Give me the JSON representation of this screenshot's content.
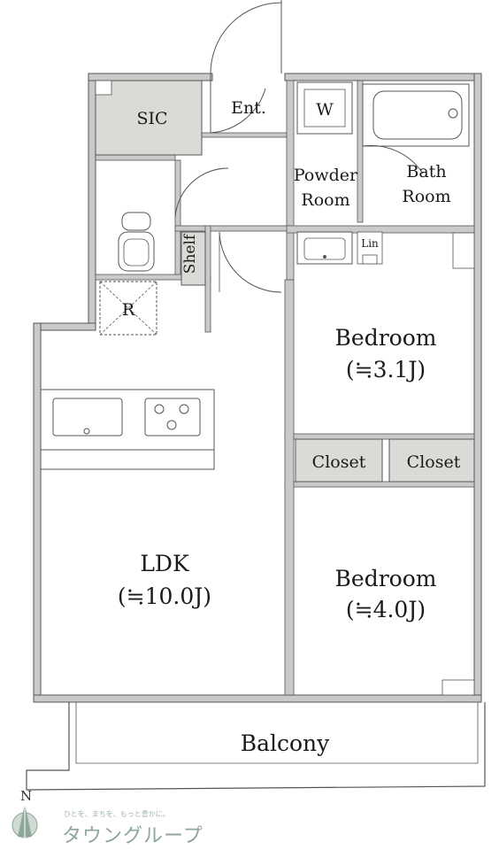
{
  "rooms": {
    "sic": "SIC",
    "entrance": "Ent.",
    "washer": "W",
    "powder_room_line1": "Powder",
    "powder_room_line2": "Room",
    "bath_room_line1": "Bath",
    "bath_room_line2": "Room",
    "linen": "Lin",
    "shelf": "Shelf",
    "refrigerator": "R",
    "bedroom_upper_name": "Bedroom",
    "bedroom_upper_size": "(≒3.1J)",
    "closet_left": "Closet",
    "closet_right": "Closet",
    "ldk_name": "LDK",
    "ldk_size": "(≒10.0J)",
    "bedroom_lower_name": "Bedroom",
    "bedroom_lower_size": "(≒4.0J)",
    "balcony": "Balcony"
  },
  "compass": {
    "north": "N"
  },
  "brand": {
    "tagline": "ひとを、まちを、もっと豊かに。",
    "name": "タウングループ"
  },
  "colors": {
    "wall": "#c9c9c9",
    "line": "#333333",
    "storage_fill": "#dcdad6",
    "brand": "#8fa69a"
  }
}
